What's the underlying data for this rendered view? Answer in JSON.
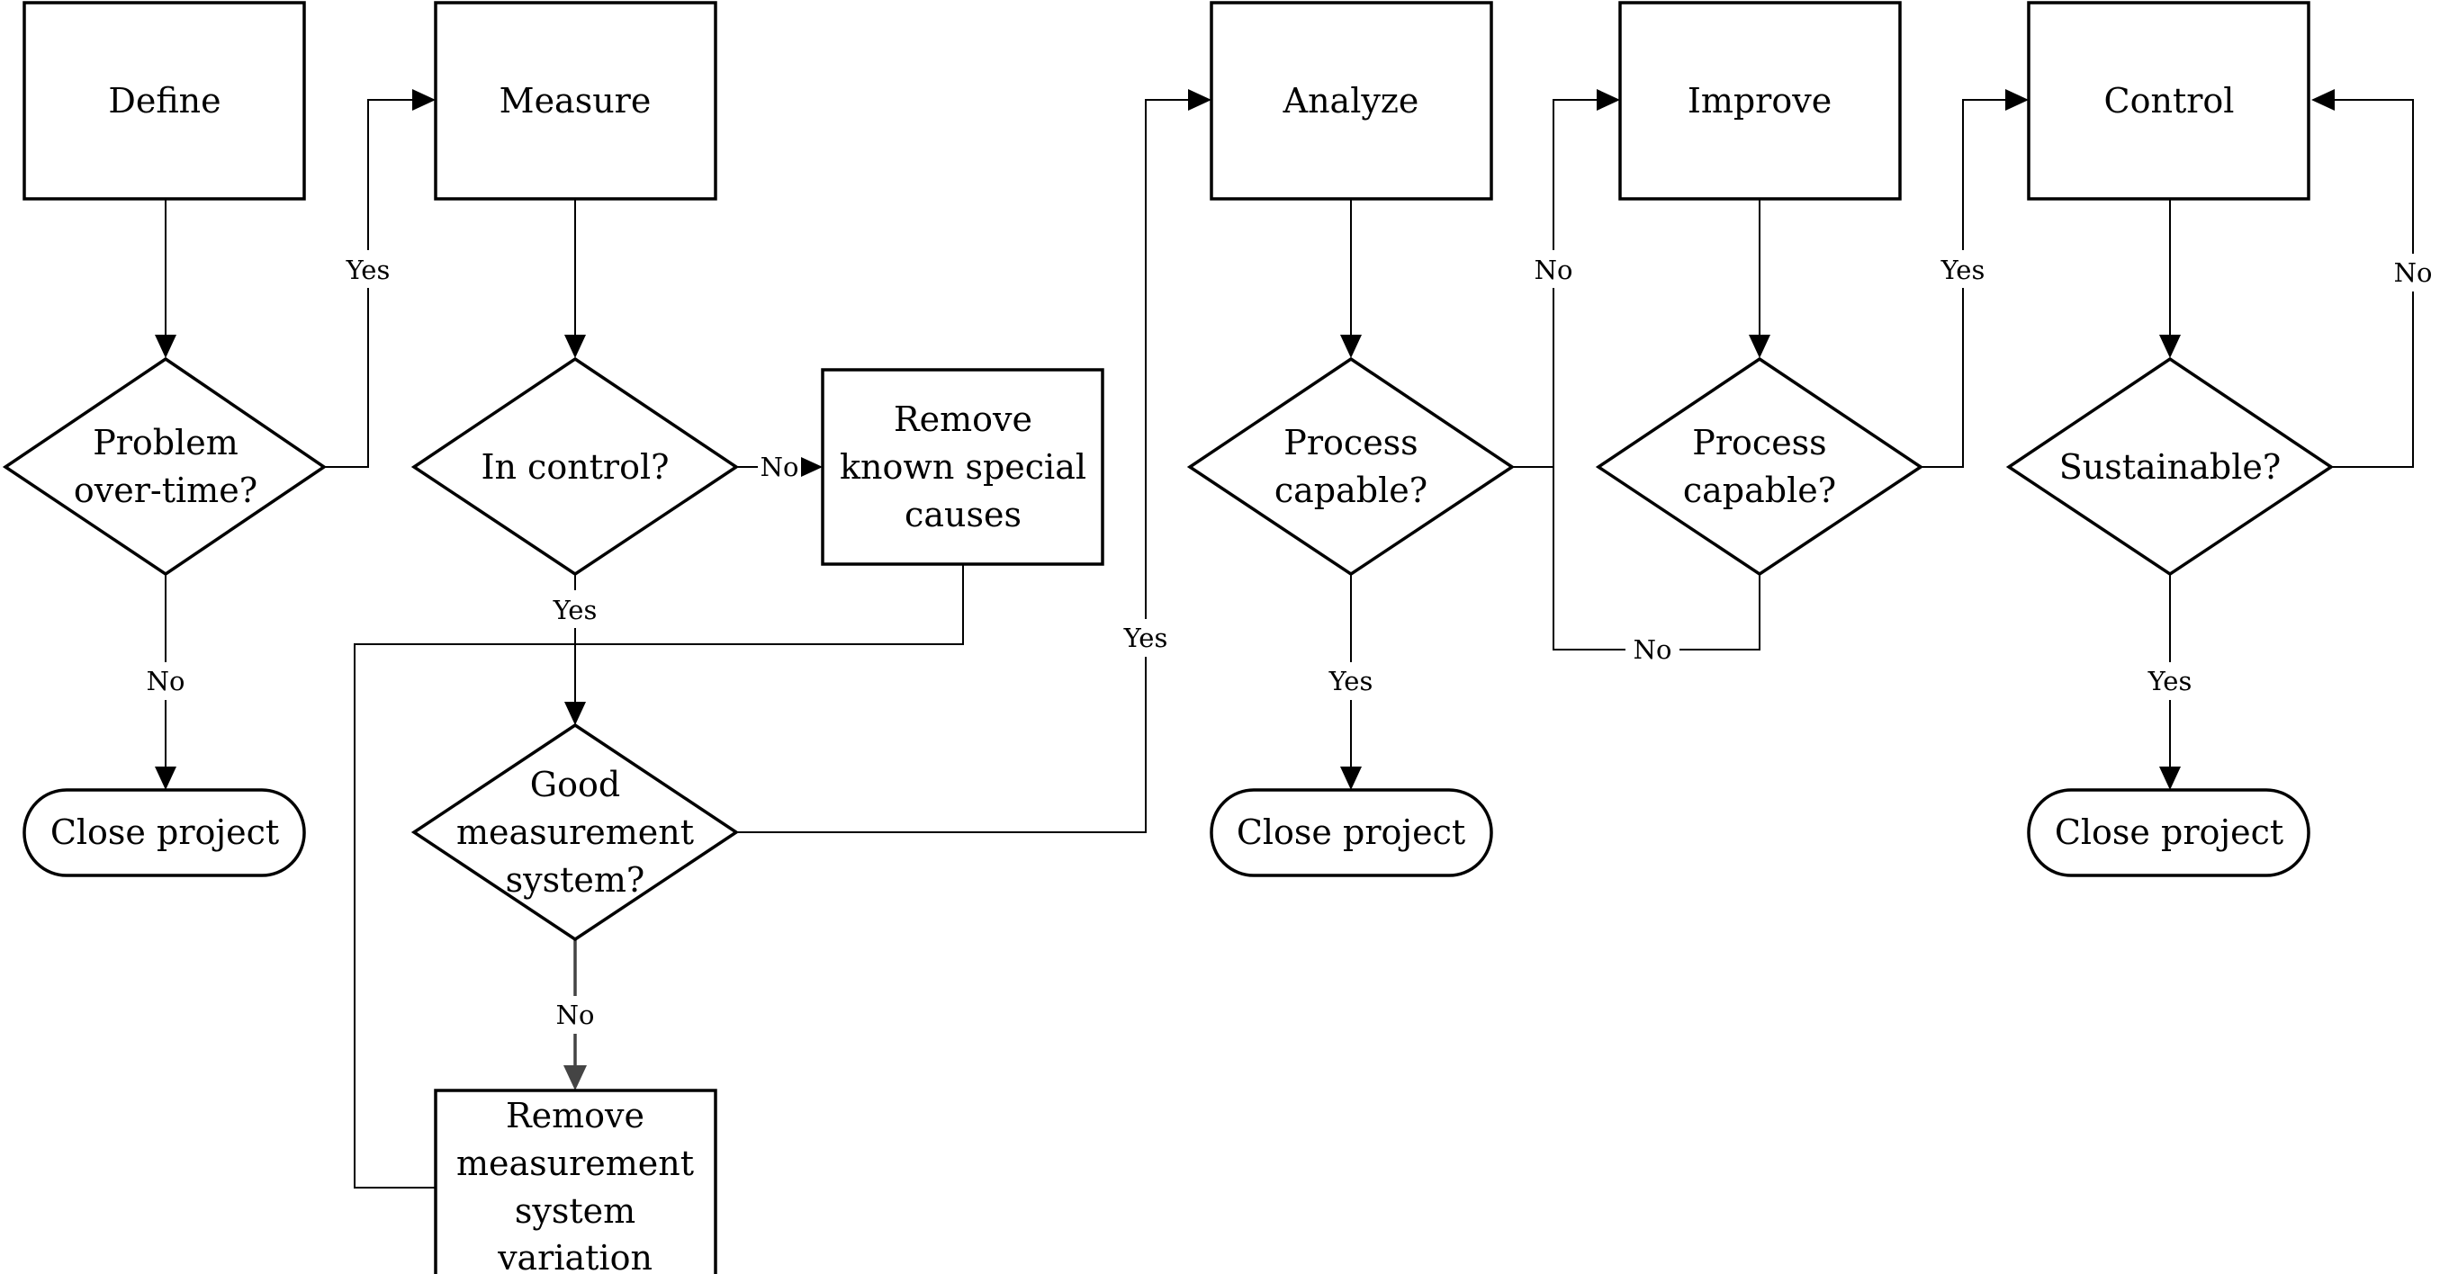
{
  "nodes": {
    "define": {
      "lines": [
        "Define"
      ]
    },
    "measure": {
      "lines": [
        "Measure"
      ]
    },
    "analyze": {
      "lines": [
        "Analyze"
      ]
    },
    "improve": {
      "lines": [
        "Improve"
      ]
    },
    "control": {
      "lines": [
        "Control"
      ]
    },
    "problem_overtime": {
      "lines": [
        "Problem",
        "over-time?"
      ]
    },
    "in_control": {
      "lines": [
        "In control?"
      ]
    },
    "remove_special": {
      "lines": [
        "Remove",
        "known special",
        "causes"
      ]
    },
    "good_measurement": {
      "lines": [
        "Good",
        "measurement",
        "system?"
      ]
    },
    "remove_measurement": {
      "lines": [
        "Remove",
        "measurement",
        "system",
        "variation"
      ]
    },
    "process_capable_analyze": {
      "lines": [
        "Process",
        "capable?"
      ]
    },
    "process_capable_improve": {
      "lines": [
        "Process",
        "capable?"
      ]
    },
    "sustainable": {
      "lines": [
        "Sustainable?"
      ]
    },
    "close_define": {
      "lines": [
        "Close project"
      ]
    },
    "close_analyze": {
      "lines": [
        "Close project"
      ]
    },
    "close_control": {
      "lines": [
        "Close project"
      ]
    }
  },
  "edge_labels": {
    "problem_to_measure": "Yes",
    "problem_to_close": "No",
    "in_control_no": "No",
    "in_control_yes": "Yes",
    "good_measurement_yes": "Yes",
    "good_measurement_no": "No",
    "analyze_capable_yes": "Yes",
    "analyze_capable_no": "No",
    "improve_capable_yes": "Yes",
    "improve_capable_no": "No",
    "sustainable_yes": "Yes",
    "sustainable_no": "No"
  }
}
